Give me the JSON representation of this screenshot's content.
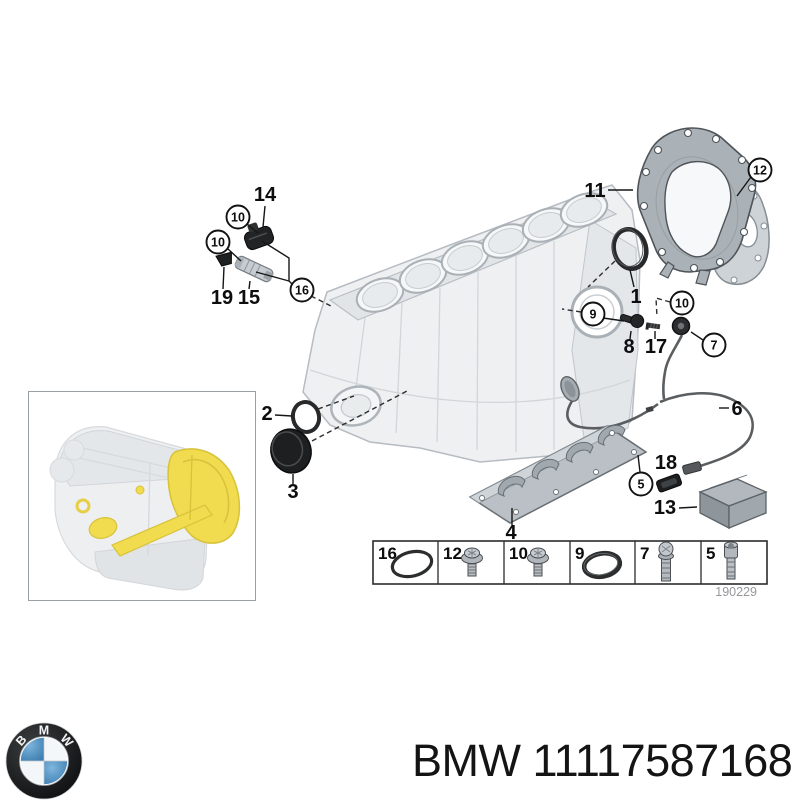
{
  "diagram": {
    "labels": {
      "n1": "1",
      "n2": "2",
      "n3": "3",
      "n4": "4",
      "n5": "5",
      "n6": "6",
      "n7": "7",
      "n8": "8",
      "n9": "9",
      "n10": "10",
      "n11": "11",
      "n12": "12",
      "n13": "13",
      "n14": "14",
      "n15": "15",
      "n16": "16",
      "n17": "17",
      "n18": "18",
      "n19": "19"
    }
  },
  "strip": {
    "drawing_number": "190229",
    "cells": [
      {
        "label": "16",
        "icon": "o-ring-icon"
      },
      {
        "label": "12",
        "icon": "flange-bolt-icon"
      },
      {
        "label": "10",
        "icon": "flange-bolt-icon"
      },
      {
        "label": "9",
        "icon": "o-ring-icon"
      },
      {
        "label": "7",
        "icon": "dome-bolt-icon"
      },
      {
        "label": "5",
        "icon": "socket-bolt-icon"
      }
    ]
  },
  "footer": {
    "logo_letters": [
      "B",
      "M",
      "W"
    ],
    "part_number": "BMW 11117587168",
    "brand_blue": "#4f94c9"
  }
}
